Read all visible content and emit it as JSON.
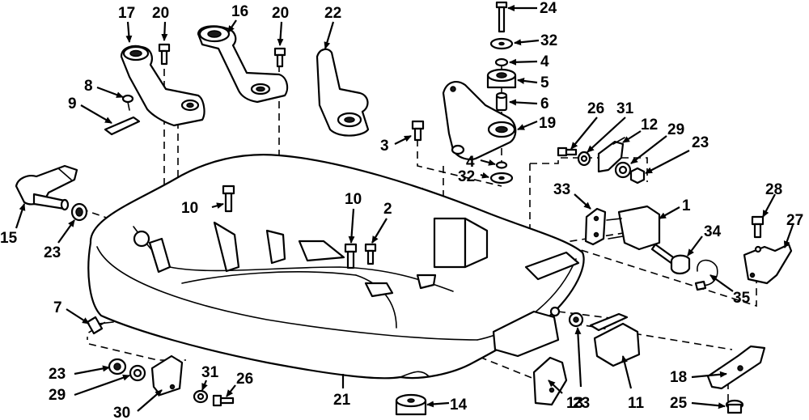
{
  "callouts": {
    "c1": "1",
    "c2": "2",
    "c3": "3",
    "c4a": "4",
    "c4b": "4",
    "c5": "5",
    "c6": "6",
    "c7": "7",
    "c8": "8",
    "c9": "9",
    "c10a": "10",
    "c10b": "10",
    "c11": "11",
    "c12": "12",
    "c13": "13",
    "c14": "14",
    "c15": "15",
    "c16": "16",
    "c17": "17",
    "c18": "18",
    "c19": "19",
    "c20a": "20",
    "c20b": "20",
    "c21": "21",
    "c22": "22",
    "c23a": "23",
    "c23b": "23",
    "c23c": "23",
    "c23d": "23",
    "c24": "24",
    "c25": "25",
    "c26a": "26",
    "c26b": "26",
    "c27": "27",
    "c28": "28",
    "c29a": "29",
    "c29b": "29",
    "c30": "30",
    "c31a": "31",
    "c31b": "31",
    "c32a": "32",
    "c32b": "32",
    "c33": "33",
    "c34": "34",
    "c35": "35"
  }
}
